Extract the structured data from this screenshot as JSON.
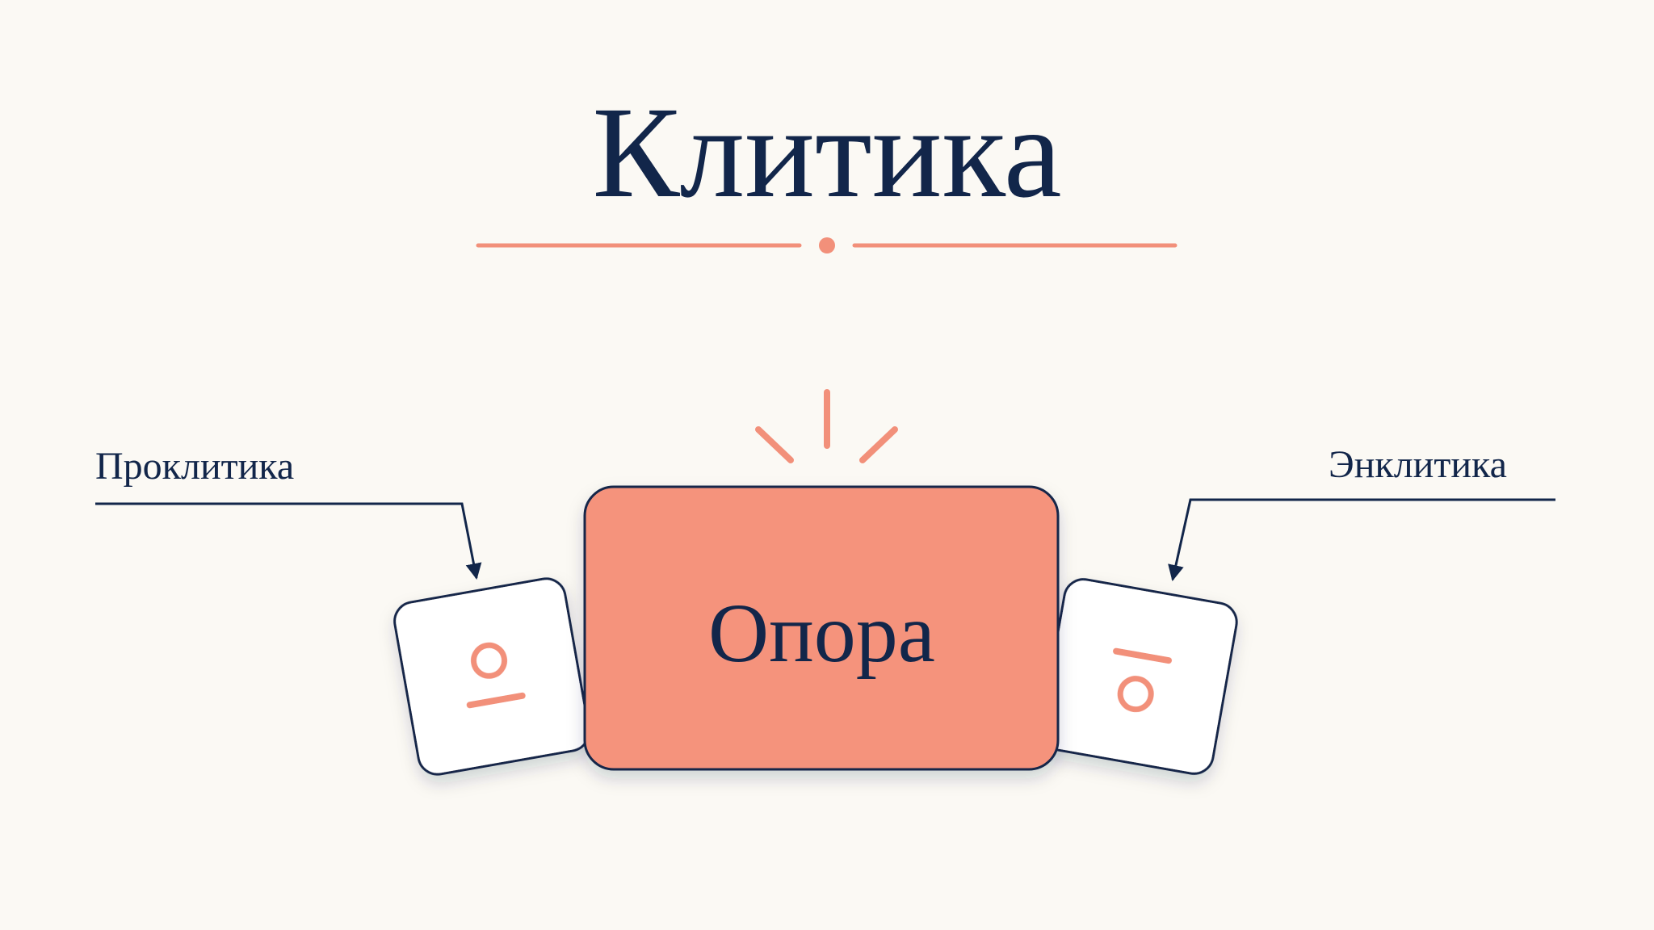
{
  "title": "Клитика",
  "base": {
    "label": "Опора",
    "fill_color": "#f5937c"
  },
  "proclitic": {
    "label": "Проклитика",
    "symbol": "circle-above-bar-icon"
  },
  "enclitic": {
    "label": "Энклитика",
    "symbol": "bar-above-circle-icon"
  },
  "colors": {
    "ink": "#12264a",
    "accent": "#f2907a",
    "background": "#fbf9f4",
    "card": "#ffffff"
  }
}
